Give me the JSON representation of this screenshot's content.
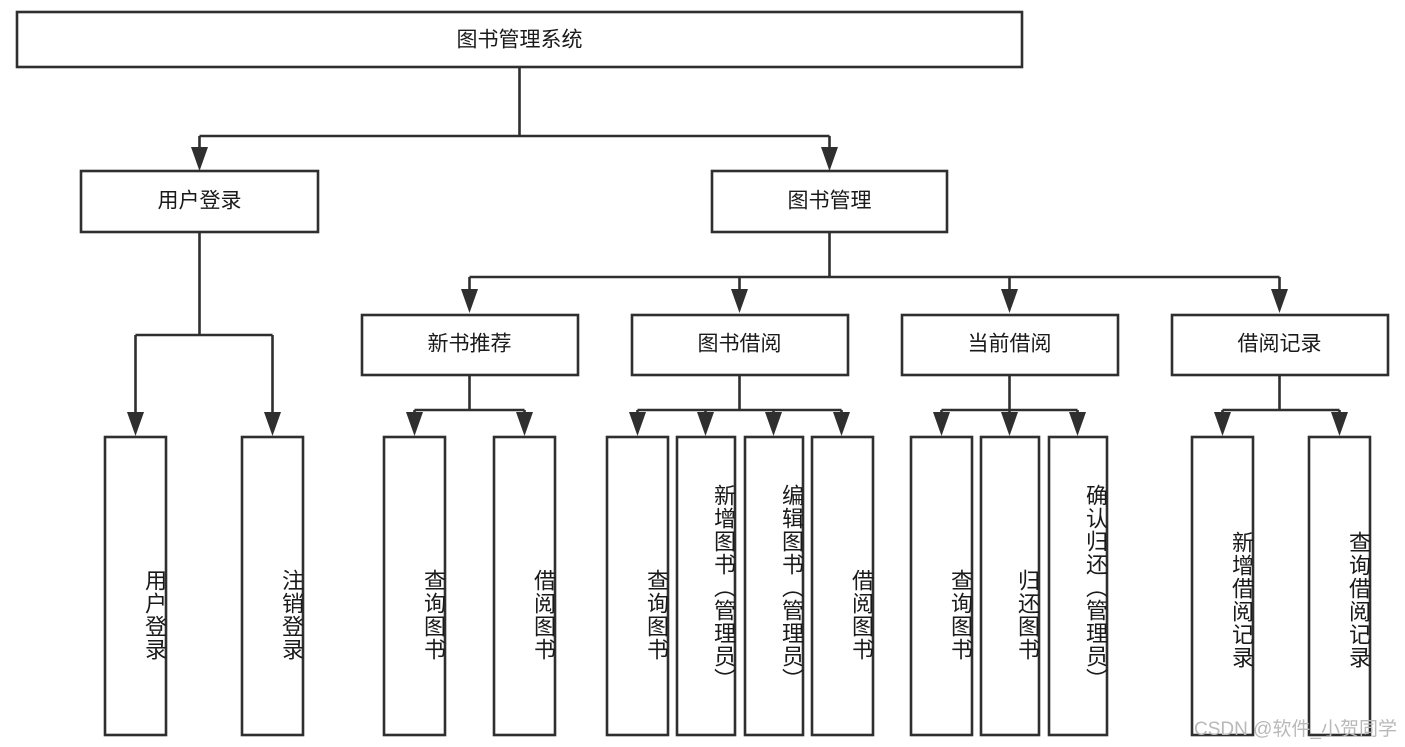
{
  "diagram": {
    "type": "tree",
    "title": "图书管理系统",
    "watermark": "CSDN @软件_小贺同学",
    "colors": {
      "stroke": "#2f2f2f",
      "fill": "#ffffff",
      "text": "#1a1a1a",
      "watermark": "#b9b9b9"
    },
    "levels": {
      "root": {
        "label": "图书管理系统"
      },
      "level2": [
        {
          "id": "user-login",
          "label": "用户登录"
        },
        {
          "id": "book-management",
          "label": "图书管理"
        }
      ],
      "level3": [
        {
          "id": "new-book-recommend",
          "label": "新书推荐",
          "parent": "book-management"
        },
        {
          "id": "book-borrow",
          "label": "图书借阅",
          "parent": "book-management"
        },
        {
          "id": "current-borrow",
          "label": "当前借阅",
          "parent": "book-management"
        },
        {
          "id": "borrow-record",
          "label": "借阅记录",
          "parent": "book-management"
        }
      ],
      "leaves": [
        {
          "id": "leaf-user-login",
          "label": "用户登录",
          "parent": "user-login"
        },
        {
          "id": "leaf-logout",
          "label": "注销登录",
          "parent": "user-login"
        },
        {
          "id": "leaf-query-book-1",
          "label": "查询图书",
          "parent": "new-book-recommend"
        },
        {
          "id": "leaf-borrow-book-1",
          "label": "借阅图书",
          "parent": "new-book-recommend"
        },
        {
          "id": "leaf-query-book-2",
          "label": "查询图书",
          "parent": "book-borrow"
        },
        {
          "id": "leaf-add-book",
          "label": "新增图书（管理员）",
          "parent": "book-borrow"
        },
        {
          "id": "leaf-edit-book",
          "label": "编辑图书（管理员）",
          "parent": "book-borrow"
        },
        {
          "id": "leaf-borrow-book-2",
          "label": "借阅图书",
          "parent": "book-borrow"
        },
        {
          "id": "leaf-query-book-3",
          "label": "查询图书",
          "parent": "current-borrow"
        },
        {
          "id": "leaf-return-book",
          "label": "归还图书",
          "parent": "current-borrow"
        },
        {
          "id": "leaf-confirm-return",
          "label": "确认归还（管理员）",
          "parent": "current-borrow"
        },
        {
          "id": "leaf-add-record",
          "label": "新增借阅记录",
          "parent": "borrow-record"
        },
        {
          "id": "leaf-query-record",
          "label": "查询借阅记录",
          "parent": "borrow-record"
        }
      ]
    }
  }
}
